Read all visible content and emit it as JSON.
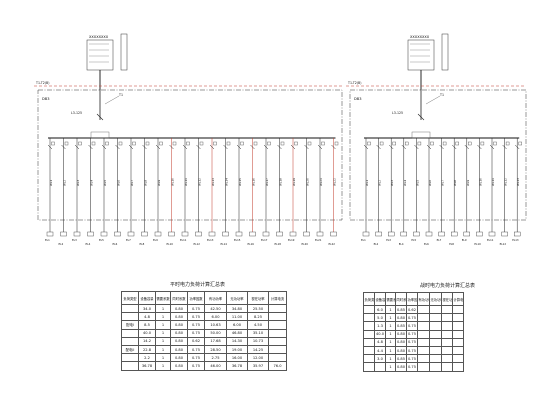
{
  "left_panel": {
    "id": "left",
    "source_block_label": "XXXXXXXX",
    "bus_label": "T1-T2(B)",
    "cabinet_id": "DB3",
    "breaker_label": "L3-125",
    "tag_label": "T1",
    "feeder_labels": [
      "WL1",
      "WL2",
      "WL3",
      "WL4",
      "WL5",
      "WL6",
      "WL7",
      "WL8",
      "WL9",
      "WL10",
      "WL11",
      "WL12",
      "WL13",
      "WL14",
      "WL15",
      "WL16",
      "WL17",
      "WL18",
      "WL19",
      "WL20",
      "WL21",
      "WL22"
    ],
    "load_labels": [
      "EL1",
      "EL2",
      "EL3",
      "EL4",
      "EL5",
      "EL6",
      "EL7",
      "EL8",
      "EL9",
      "EL10",
      "EL11",
      "EL12",
      "EL13",
      "EL14",
      "EL15",
      "EL16",
      "EL17",
      "EL18",
      "EL19",
      "EL20",
      "EL21",
      "EL22"
    ]
  },
  "right_panel": {
    "id": "right",
    "source_block_label": "XXXXXXXX",
    "bus_label": "T1-T2(B)",
    "cabinet_id": "DB3",
    "breaker_label": "L3-125",
    "tag_label": "T1",
    "feeder_labels": [
      "WL1",
      "WL2",
      "WL3",
      "WL4",
      "WL5",
      "WL6",
      "WL7",
      "WL8",
      "WL9",
      "WL10",
      "WL11",
      "WL12",
      "WL13"
    ],
    "load_labels": [
      "EL1",
      "EL2",
      "EL3",
      "EL4",
      "EL5",
      "EL6",
      "EL7",
      "EL8",
      "EL9",
      "EL10",
      "EL11",
      "EL12",
      "EL13"
    ]
  },
  "left_table": {
    "title": "平时电力负荷计算汇总表",
    "headers": [
      "负荷类型",
      "设备容量",
      "需要系数",
      "同时系数",
      "功率因数",
      "有功功率",
      "无功功率",
      "视在功率",
      "计算电流"
    ],
    "rows": [
      {
        "group": "",
        "cells": [
          "",
          "34.0",
          "1",
          "0.80",
          "0.75",
          "42.50",
          "34.80",
          "25.50",
          ""
        ]
      },
      {
        "group": "",
        "cells": [
          "",
          "4.8",
          "1",
          "0.80",
          "0.75",
          "6.00",
          "11.00",
          "8.25",
          ""
        ]
      },
      {
        "group": "配电I",
        "cells": [
          "",
          "8.5",
          "1",
          "0.80",
          "0.75",
          "10.63",
          "6.00",
          "4.50",
          ""
        ]
      },
      {
        "group": "",
        "cells": [
          "",
          "40.0",
          "1",
          "0.80",
          "0.75",
          "50.00",
          "46.80",
          "35.10",
          ""
        ]
      },
      {
        "group": "",
        "cells": [
          "",
          "14.2",
          "1",
          "0.80",
          "0.62",
          "17.68",
          "14.30",
          "10.73",
          ""
        ]
      },
      {
        "group": "配电II",
        "cells": [
          "",
          "22.8",
          "1",
          "0.80",
          "0.75",
          "28.50",
          "19.00",
          "14.25",
          ""
        ]
      },
      {
        "group": "",
        "cells": [
          "",
          "2.2",
          "1",
          "0.80",
          "0.75",
          "2.75",
          "16.00",
          "12.00",
          ""
        ]
      },
      {
        "group": "",
        "cells": [
          "",
          "36.78",
          "1",
          "0.80",
          "0.75",
          "46.00",
          "36.78",
          "35.97",
          "76.0"
        ]
      }
    ]
  },
  "right_table": {
    "title": "战时电力负荷计算汇总表",
    "headers": [
      "负荷类型",
      "设备容量",
      "需要系数",
      "同时系数",
      "功率因数",
      "有功功率",
      "无功功率",
      "视在功率",
      "计算电流"
    ],
    "rows": [
      {
        "group": "",
        "cells": [
          "",
          "6.0",
          "1",
          "0.85",
          "0.62",
          "",
          "",
          "",
          ""
        ]
      },
      {
        "group": "",
        "cells": [
          "",
          "5.0",
          "1",
          "0.80",
          "0.75",
          "",
          "",
          "",
          ""
        ]
      },
      {
        "group": "",
        "cells": [
          "",
          "1.3",
          "1",
          "0.85",
          "0.75",
          "",
          "",
          "",
          ""
        ]
      },
      {
        "group": "",
        "cells": [
          "",
          "40.0",
          "1",
          "0.80",
          "0.75",
          "",
          "",
          "",
          ""
        ]
      },
      {
        "group": "",
        "cells": [
          "",
          "4.8",
          "1",
          "0.80",
          "0.75",
          "",
          "",
          "",
          ""
        ]
      },
      {
        "group": "",
        "cells": [
          "",
          "4.4",
          "1",
          "0.80",
          "0.75",
          "",
          "",
          "",
          ""
        ]
      },
      {
        "group": "",
        "cells": [
          "",
          "3.0",
          "1",
          "0.85",
          "0.75",
          "",
          "",
          "",
          ""
        ]
      },
      {
        "group": "",
        "cells": [
          "",
          "",
          "1",
          "0.80",
          "0.75",
          "",
          "",
          "",
          ""
        ]
      }
    ]
  }
}
